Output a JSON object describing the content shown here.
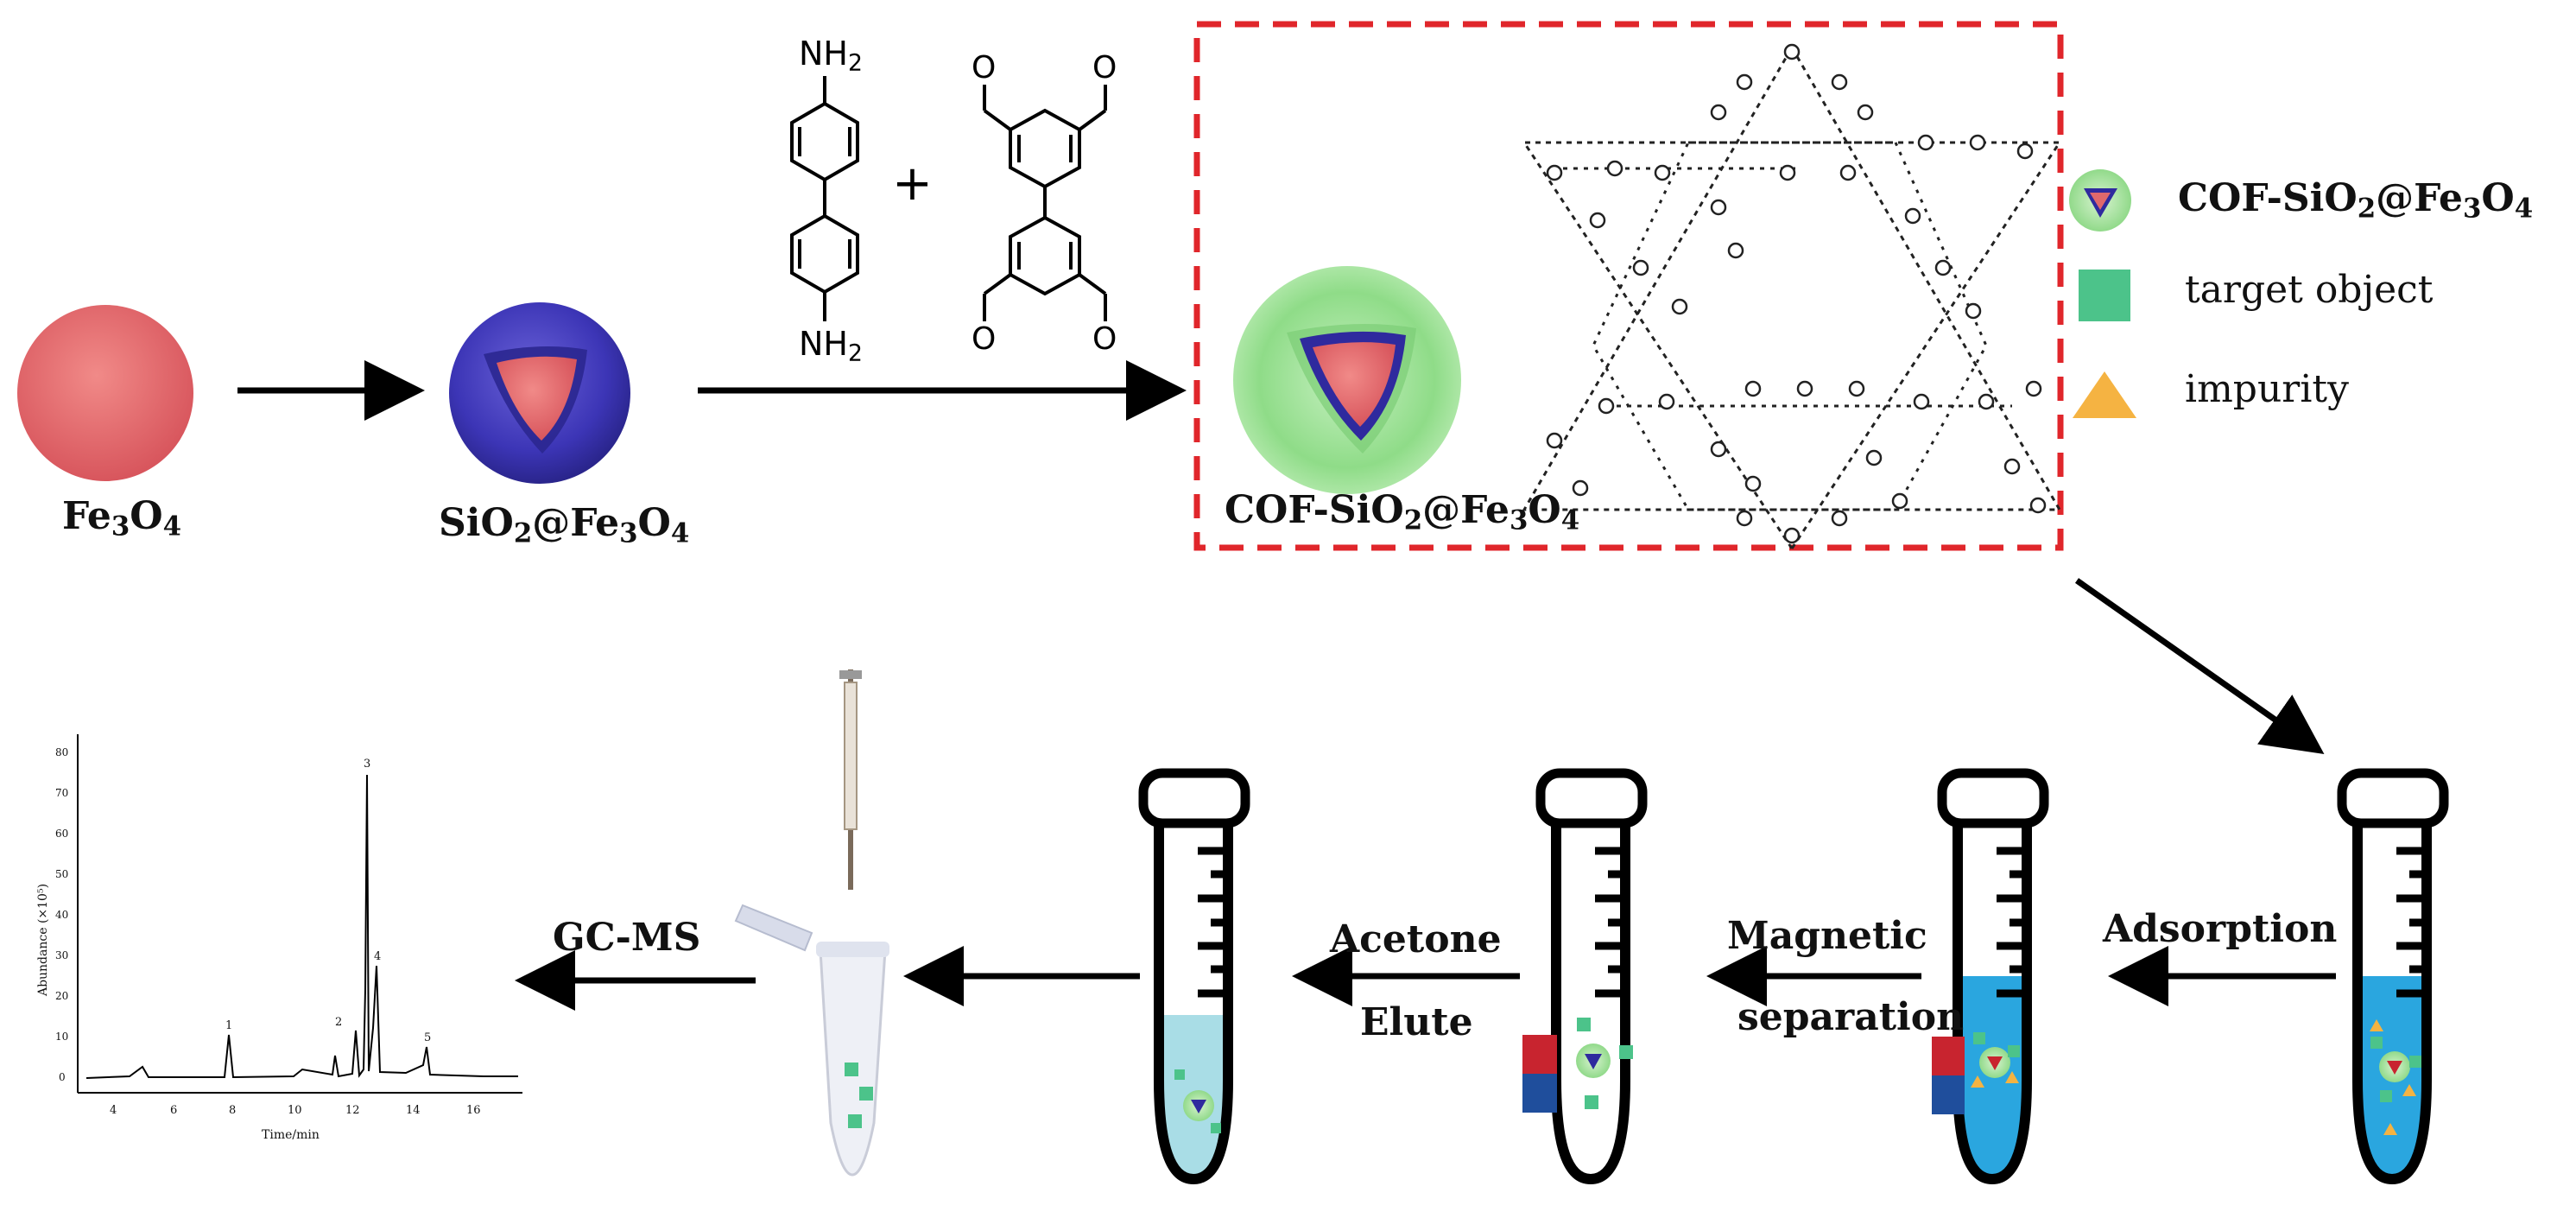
{
  "labels": {
    "fe3o4": {
      "main": "Fe",
      "s1": "3",
      "mid": "O",
      "s2": "4"
    },
    "sio2_fe3o4": {
      "a": "SiO",
      "s1": "2",
      "b": "@Fe",
      "s2": "3",
      "c": "O",
      "s3": "4"
    },
    "cof_sio2_fe3o4": {
      "a": "COF-SiO",
      "s1": "2",
      "b": "@Fe",
      "s2": "3",
      "c": "O",
      "s3": "4"
    },
    "plus": "+",
    "nh2_top": {
      "a": "NH",
      "s": "2"
    },
    "nh2_bottom": {
      "a": "NH",
      "s": "2"
    },
    "aldehyde_o": "O"
  },
  "legend": {
    "items": [
      {
        "text_a": "COF-SiO",
        "s1": "2",
        "text_b": "@Fe",
        "s2": "3",
        "text_c": "O",
        "s3": "4"
      },
      {
        "text": "target object"
      },
      {
        "text": "impurity"
      }
    ]
  },
  "steps": {
    "adsorption": "Adsorption",
    "magnetic_1": "Magnetic",
    "magnetic_2": "separation",
    "acetone": "Acetone",
    "elute": "Elute",
    "gcms": "GC-MS"
  },
  "chromatogram": {
    "ylabel": "Abundance (×10⁵)",
    "xlabel": "Time/min",
    "x_ticks": [
      "4",
      "6",
      "8",
      "10",
      "12",
      "14",
      "16"
    ],
    "y_ticks": [
      "0",
      "10",
      "20",
      "30",
      "40",
      "50",
      "60",
      "70",
      "80"
    ],
    "peak_labels": [
      "1",
      "2",
      "3",
      "4",
      "5"
    ]
  },
  "colors": {
    "core": "#e0686c",
    "silica": "#3a35b8",
    "cof": "#7cd67a",
    "target": "#4cc38a",
    "impurity": "#f5b342",
    "liquid": "#2aa6df",
    "liquid_light": "#a9dde6",
    "magnet_red": "#c8242f",
    "magnet_blue": "#1f4e9c",
    "dash_box": "#e0262b"
  }
}
